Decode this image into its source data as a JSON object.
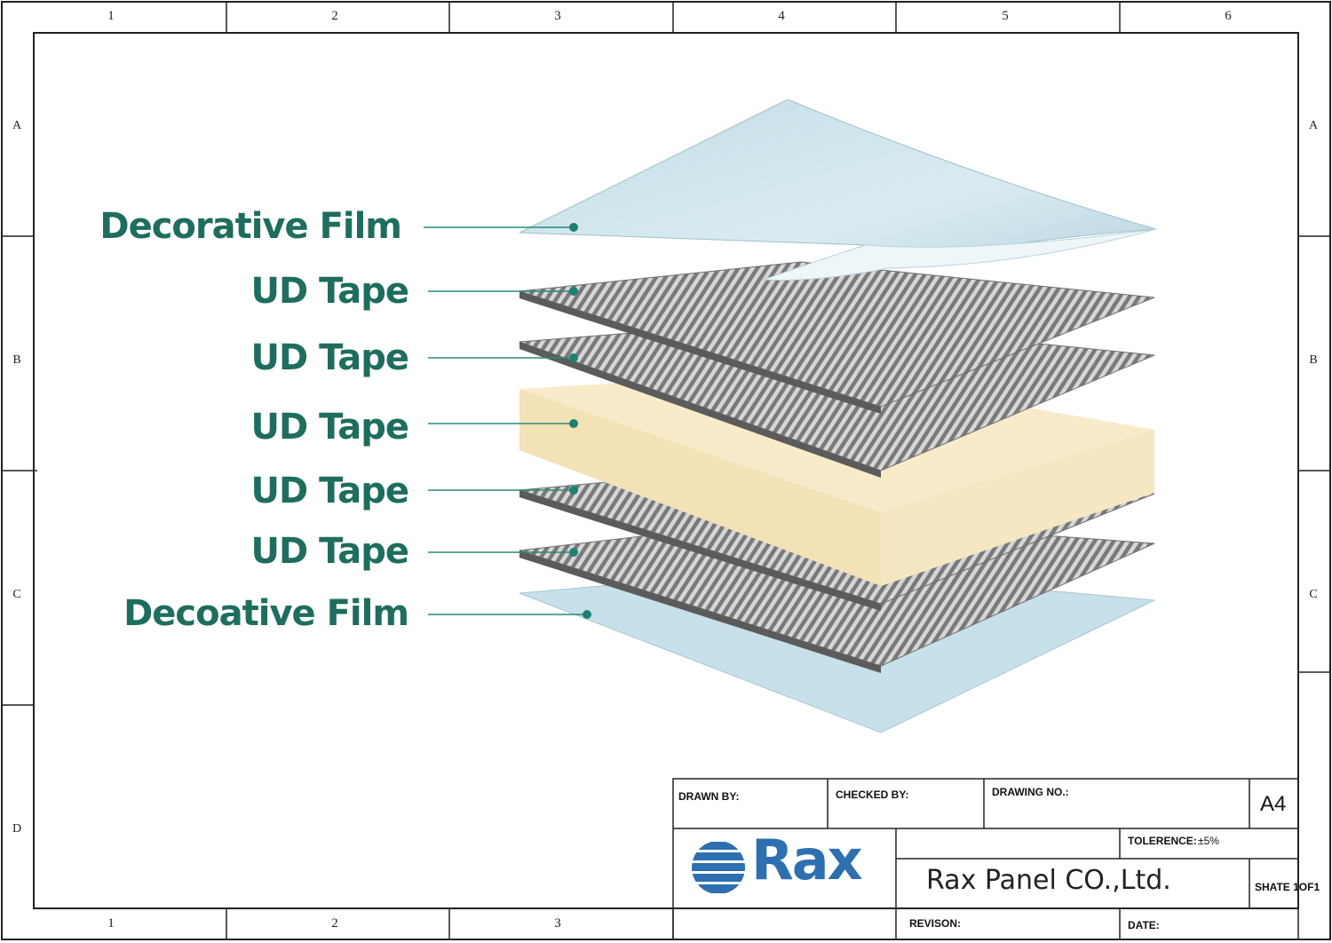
{
  "frame": {
    "columns": [
      "1",
      "2",
      "3",
      "4",
      "5",
      "6"
    ],
    "bottom_columns": [
      "1",
      "2",
      "3"
    ],
    "rows": [
      "A",
      "B",
      "C",
      "D"
    ]
  },
  "layers": [
    {
      "label": "Decorative Film",
      "kind": "film"
    },
    {
      "label": "UD Tape",
      "kind": "tape"
    },
    {
      "label": "UD Tape",
      "kind": "tape"
    },
    {
      "label": "UD Tape",
      "kind": "core"
    },
    {
      "label": "UD Tape",
      "kind": "tape"
    },
    {
      "label": "UD Tape",
      "kind": "tape"
    },
    {
      "label": "Decoative Film",
      "kind": "film"
    }
  ],
  "colors": {
    "label_green": "#1e6d5e",
    "film_blue": "#c9e2ea",
    "core_cream": "#f6e6bd",
    "tape_gray": "#8a8a8a",
    "logo_blue": "#2e6fb0"
  },
  "title_block": {
    "drawn_by": "DRAWN BY:",
    "checked_by": "CHECKED BY:",
    "drawing_no": "DRAWING NO.:",
    "paper_size": "A4",
    "tolerance_label": "TOLERENCE:",
    "tolerance_value": "±5%",
    "logo_text": "Rax",
    "company": "Rax Panel CO.,Ltd.",
    "sheet": "SHATE 1OF1",
    "revision": "REVISON:",
    "date": "DATE:"
  }
}
